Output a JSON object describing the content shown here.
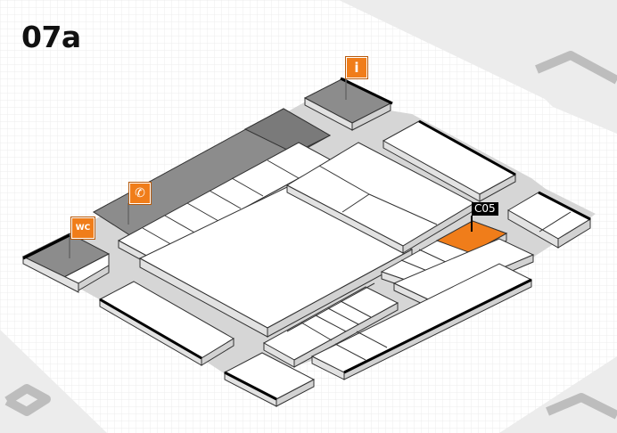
{
  "hall": {
    "title": "07a"
  },
  "booth": {
    "id": "C05",
    "highlight_color": "#f07d1a"
  },
  "markers": {
    "info": {
      "icon": "info-icon",
      "glyph": "i"
    },
    "phone": {
      "icon": "phone-icon",
      "glyph": "✆"
    },
    "wc": {
      "icon": "wc-icon",
      "glyph": "WC"
    }
  },
  "colors": {
    "floor": "#ffffff",
    "stand_top": "#ffffff",
    "stand_side": "#e2e2e2",
    "dark_area": "#8a8a8a",
    "aisle": "#d9d9d9",
    "marker": "#f07d1a"
  }
}
